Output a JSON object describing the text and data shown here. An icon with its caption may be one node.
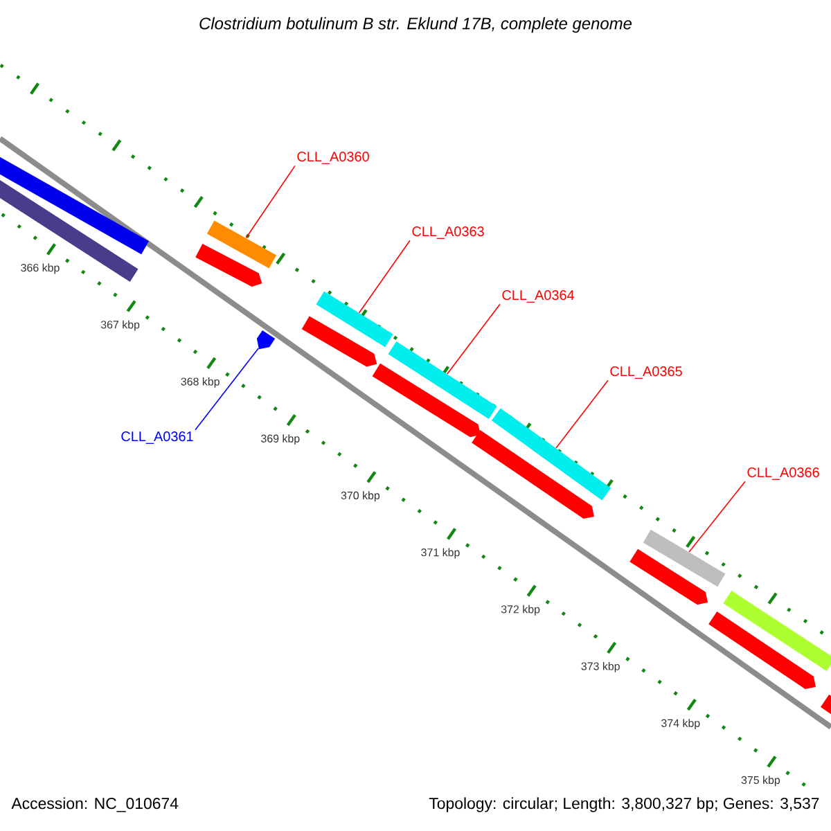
{
  "diagram": {
    "title": "Clostridium botulinum B str. Eklund 17B, complete genome",
    "nodes": [
      {
        "text": [],
        "shape": "bar"
      },
      {
        "text": [],
        "shape": "bar"
      },
      {
        "text": [
          "CLL_A0360"
        ]
      },
      {
        "text": [],
        "shape": "bar"
      },
      {
        "text": [],
        "shape": "arrow"
      },
      {
        "text": [
          "CLL_A0361"
        ]
      },
      {
        "text": [],
        "shape": "arrow"
      },
      {
        "text": [
          "CLL_A0363"
        ]
      },
      {
        "text": [],
        "shape": "bar"
      },
      {
        "text": [],
        "shape": "arrow"
      },
      {
        "text": [
          "CLL_A0364"
        ]
      },
      {
        "text": [],
        "shape": "bar"
      },
      {
        "text": [],
        "shape": "arrow"
      },
      {
        "text": [
          "CLL_A0365"
        ]
      },
      {
        "text": [],
        "shape": "bar"
      },
      {
        "text": [],
        "shape": "arrow"
      },
      {
        "text": [
          "CLL_A0366"
        ]
      },
      {
        "text": [],
        "shape": "bar"
      },
      {
        "text": [],
        "shape": "arrow"
      },
      {
        "text": [],
        "shape": "bar"
      },
      {
        "text": [],
        "shape": "arrow"
      },
      {
        "text": [],
        "shape": "arrow"
      }
    ],
    "edges": [
      {
        "from": 2,
        "to": 3,
        "arrow": "none"
      },
      {
        "from": 5,
        "to": 6,
        "arrow": "none",
        "color": "#0000ff"
      },
      {
        "from": 7,
        "to": 8,
        "arrow": "none"
      },
      {
        "from": 10,
        "to": 11,
        "arrow": "none"
      },
      {
        "from": 13,
        "to": 14,
        "arrow": "none"
      },
      {
        "from": 16,
        "to": 17,
        "arrow": "none"
      }
    ],
    "labels": [
      "366 kbp",
      "367 kbp",
      "368 kbp",
      "369 kbp",
      "370 kbp",
      "371 kbp",
      "372 kbp",
      "373 kbp",
      "374 kbp",
      "375 kbp",
      "Accession: NC_010674",
      "Topology: circular; Length: 3,800,327 bp; Genes: 3,537"
    ]
  }
}
